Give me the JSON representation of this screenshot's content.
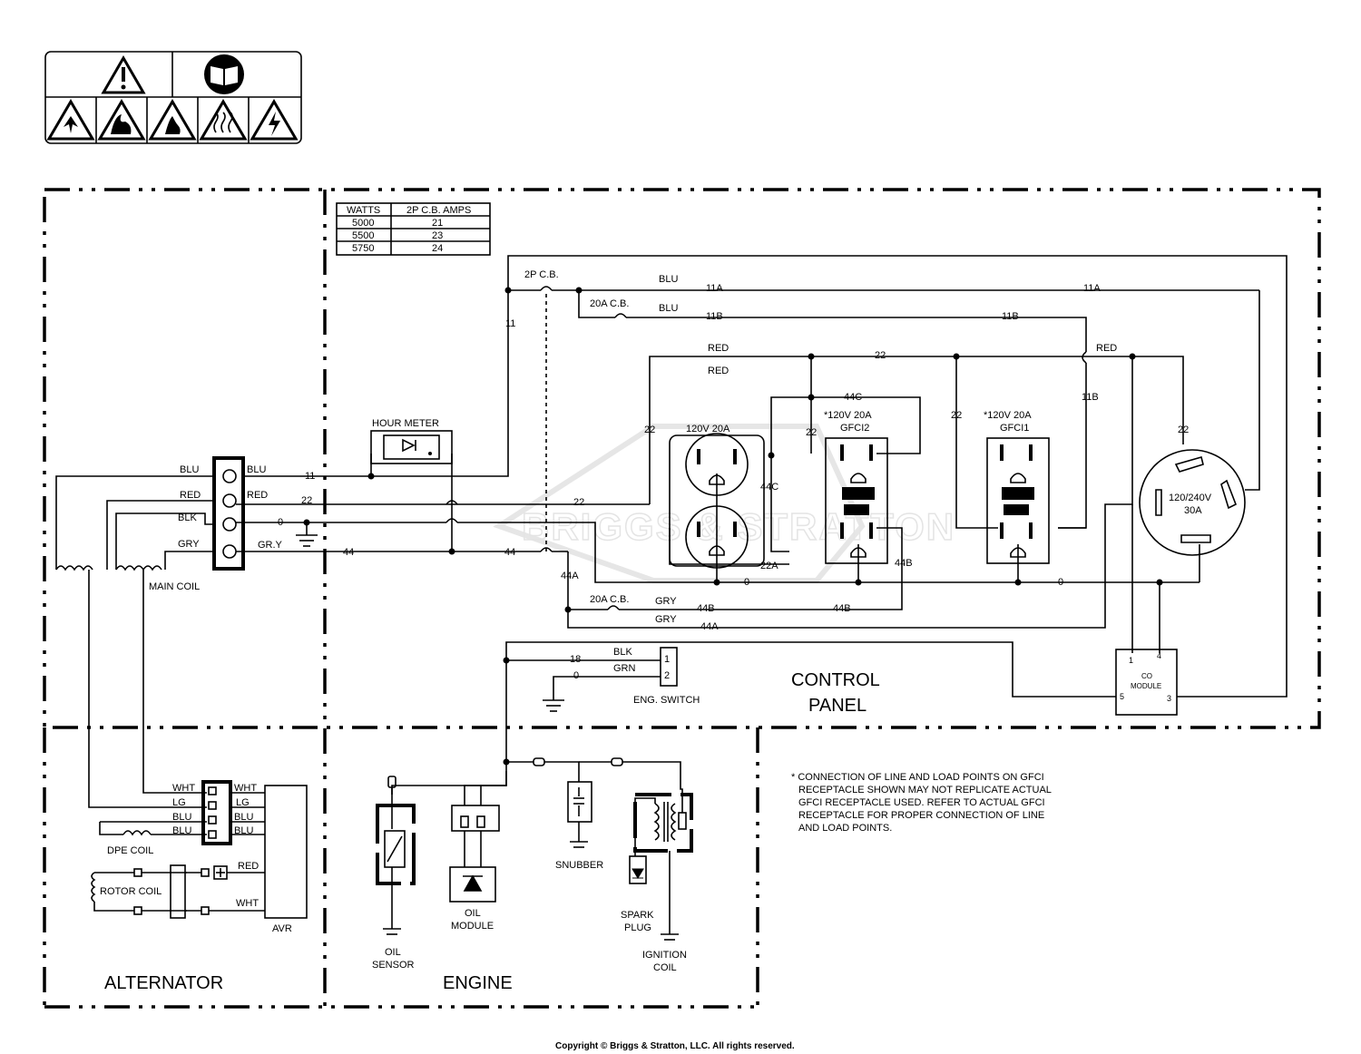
{
  "warning_panel": {
    "icons": [
      "warning-triangle-icon",
      "manual-book-icon",
      "explosion-hazard-icon",
      "fire-hazard-icon",
      "flame-hazard-icon",
      "hot-surface-icon",
      "shock-hazard-icon"
    ]
  },
  "watermark": "BRIGGS & STRATTON",
  "table": {
    "headers": [
      "WATTS",
      "2P C.B. AMPS"
    ],
    "rows": [
      [
        "5000",
        "21"
      ],
      [
        "5500",
        "23"
      ],
      [
        "5750",
        "24"
      ]
    ]
  },
  "sections": {
    "alternator": "ALTERNATOR",
    "engine": "ENGINE",
    "control_line1": "CONTROL",
    "control_line2": "PANEL"
  },
  "components": {
    "hour_meter": "HOUR METER",
    "cb_2p": "2P C.B.",
    "cb_20a_top": "20A C.B.",
    "cb_20a_bottom": "20A C.B.",
    "receptacle": "120V 20A",
    "gfci2_line1": "*120V 20A",
    "gfci2_line2": "GFCI2",
    "gfci1_line1": "*120V 20A",
    "gfci1_line2": "GFCI1",
    "twistlock_line1": "120/240V",
    "twistlock_line2": "30A",
    "main_coil": "MAIN COIL",
    "eng_switch": "ENG. SWITCH",
    "co_module_line1": "CO",
    "co_module_line2": "MODULE",
    "dpe_coil": "DPE COIL",
    "rotor_coil": "ROTOR COIL",
    "avr": "AVR",
    "oil_sensor_line1": "OIL",
    "oil_sensor_line2": "SENSOR",
    "oil_module_line1": "OIL",
    "oil_module_line2": "MODULE",
    "snubber": "SNUBBER",
    "spark_plug_line1": "SPARK",
    "spark_plug_line2": "PLUG",
    "ignition_coil_line1": "IGNITION",
    "ignition_coil_line2": "COIL"
  },
  "wire_labels": {
    "blu": "BLU",
    "red": "RED",
    "blk": "BLK",
    "gry": "GRY",
    "gry_y": "GR.Y",
    "wht": "WHT",
    "lg": "LG",
    "grn": "GRN",
    "w11": "11",
    "w11a": "11A",
    "w11b": "11B",
    "w22": "22",
    "w0": "0",
    "w44": "44",
    "w44a": "44A",
    "w44b": "44B",
    "w44c": "44C",
    "w22a": "22A",
    "w18": "18",
    "t1": "1",
    "t2": "2",
    "t3": "3",
    "t4": "4",
    "t5": "5"
  },
  "note": [
    "* CONNECTION OF LINE AND LOAD POINTS ON GFCI",
    "RECEPTACLE SHOWN MAY NOT REPLICATE ACTUAL",
    "GFCI RECEPTACLE USED. REFER TO ACTUAL GFCI",
    "RECEPTACLE FOR PROPER CONNECTION OF LINE",
    "AND LOAD POINTS."
  ],
  "copyright": "Copyright © Briggs & Stratton, LLC. All rights reserved."
}
